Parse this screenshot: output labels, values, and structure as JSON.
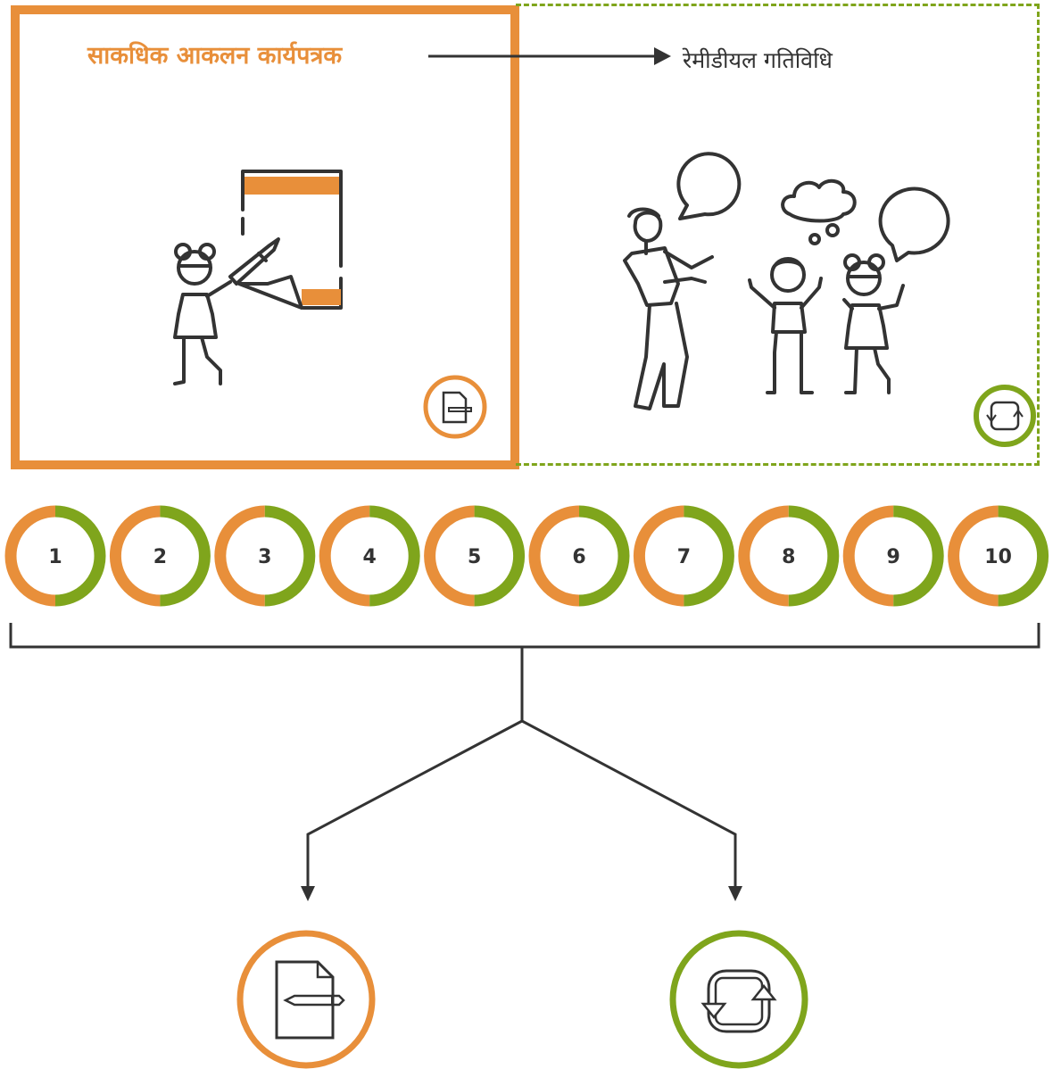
{
  "assessment": {
    "title": "साकधिक आकलन कार्यपत्रक",
    "color": "#E88F3A",
    "icon": "worksheet-pencil-icon"
  },
  "remedial": {
    "title": "रेमीडीयल गतिविधि",
    "color": "#7FA51C",
    "icon": "refresh-cycle-icon"
  },
  "steps": [
    "1",
    "2",
    "3",
    "4",
    "5",
    "6",
    "7",
    "8",
    "9",
    "10"
  ],
  "colors": {
    "orange": "#E88F3A",
    "green": "#7FA51C",
    "line": "#333333"
  }
}
